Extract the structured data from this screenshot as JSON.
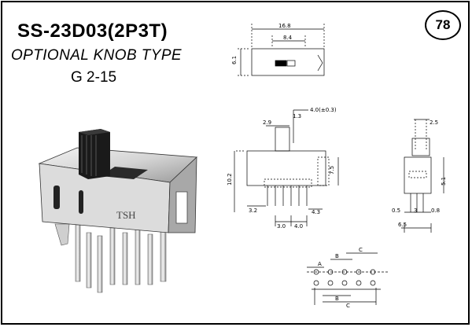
{
  "header": {
    "title": "SS-23D03(2P3T)",
    "subtitle": "OPTIONAL KNOB TYPE",
    "code": "G 2-15",
    "page_number": "78"
  },
  "product_photo": {
    "brand_marking": "TSH"
  },
  "top_view": {
    "overall_width": "16.8",
    "slot_width": "8.4",
    "height": "6.1"
  },
  "front_view": {
    "knob_length": "2.9",
    "knob_width": "1.3",
    "knob_note": "4.0(±0.3)",
    "body_height": "10.2",
    "side_height": "7.5",
    "pin_length": "3.2",
    "pin_pitch_a": "3.0",
    "pin_pitch_b": "4.0",
    "pin_offset": "4.3"
  },
  "side_view": {
    "knob_height": "2.5",
    "body_height": "5.1",
    "pitch_a": "0.5",
    "pitch_b": "3",
    "pitch_c": "0.8",
    "bottom": "6.5"
  },
  "layout_view": {
    "label_a": "A",
    "label_b": "B",
    "label_c": "C",
    "dim_b": "B",
    "dim_c": "C"
  }
}
